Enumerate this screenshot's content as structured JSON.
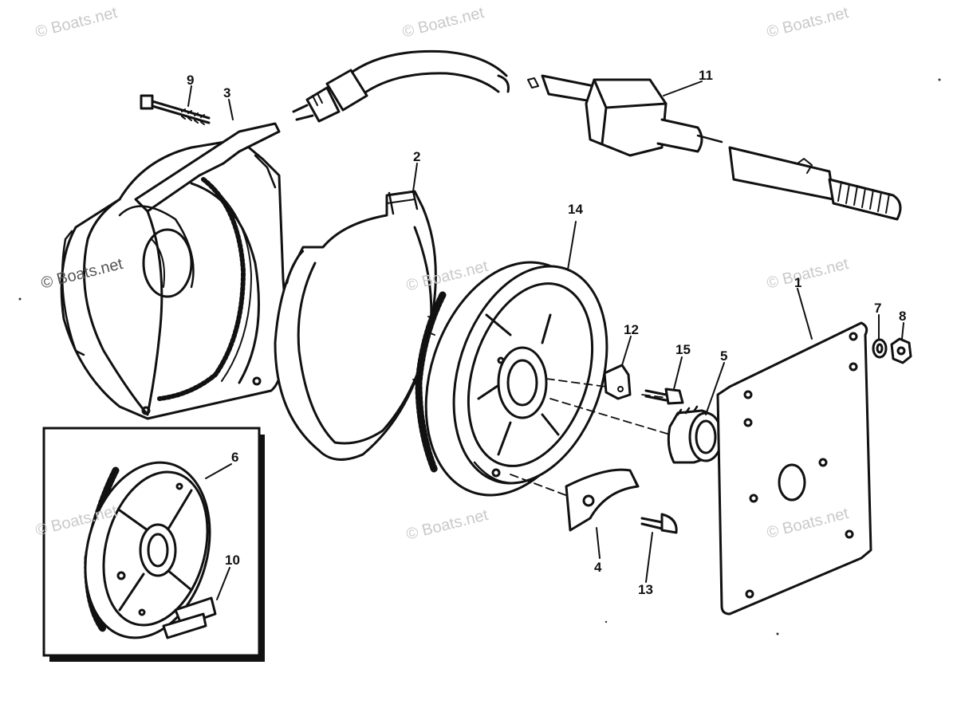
{
  "watermark": "© Boats.net",
  "callouts": {
    "c1": "1",
    "c2": "2",
    "c3": "3",
    "c4": "4",
    "c5": "5",
    "c6": "6",
    "c7": "7",
    "c8": "8",
    "c9": "9",
    "c10": "10",
    "c11": "11",
    "c12": "12",
    "c13": "13",
    "c14": "14",
    "c15": "15"
  },
  "parts": [
    "bolt",
    "start-motor-housing",
    "brake-band",
    "flywheel-ring-gear",
    "bendix-drive",
    "mounting-plate",
    "washer",
    "nut",
    "gear-clamp",
    "drive-shaft-assembly",
    "tab",
    "screw",
    "inset-flywheel",
    "inset-clip"
  ]
}
